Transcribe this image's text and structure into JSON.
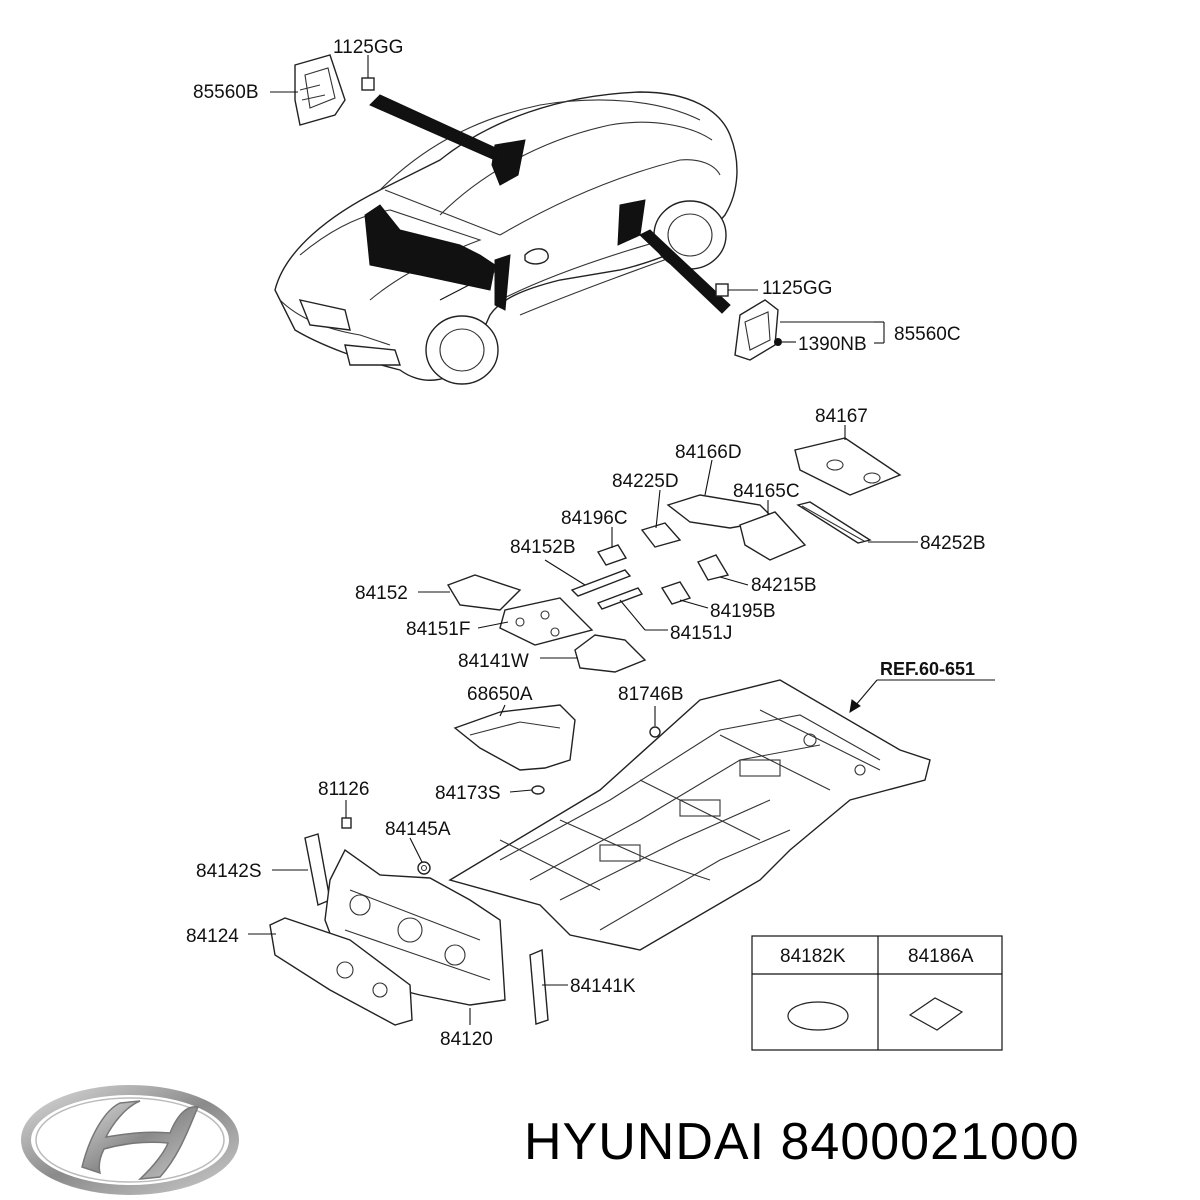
{
  "parts": {
    "p_1125gg_top": "1125GG",
    "p_85560b": "85560B",
    "p_1125gg_right": "1125GG",
    "p_85560c": "85560C",
    "p_1390nb": "1390NB",
    "p_84167": "84167",
    "p_84166d": "84166D",
    "p_84225d": "84225D",
    "p_84165c": "84165C",
    "p_84196c": "84196C",
    "p_84252b": "84252B",
    "p_84152b": "84152B",
    "p_84215b": "84215B",
    "p_84152": "84152",
    "p_84195b": "84195B",
    "p_84151f": "84151F",
    "p_84151j": "84151J",
    "p_84141w": "84141W",
    "p_68650a": "68650A",
    "p_81746b": "81746B",
    "p_ref": "REF.60-651",
    "p_81126": "81126",
    "p_84173s": "84173S",
    "p_84145a": "84145A",
    "p_84142s": "84142S",
    "p_84124": "84124",
    "p_84141k": "84141K",
    "p_84120": "84120"
  },
  "legend": {
    "col1": "84182K",
    "col2": "84186A"
  },
  "footer": {
    "brand_part": "HYUNDAI 8400021000",
    "logo_icon": "hyundai-logo-icon"
  }
}
